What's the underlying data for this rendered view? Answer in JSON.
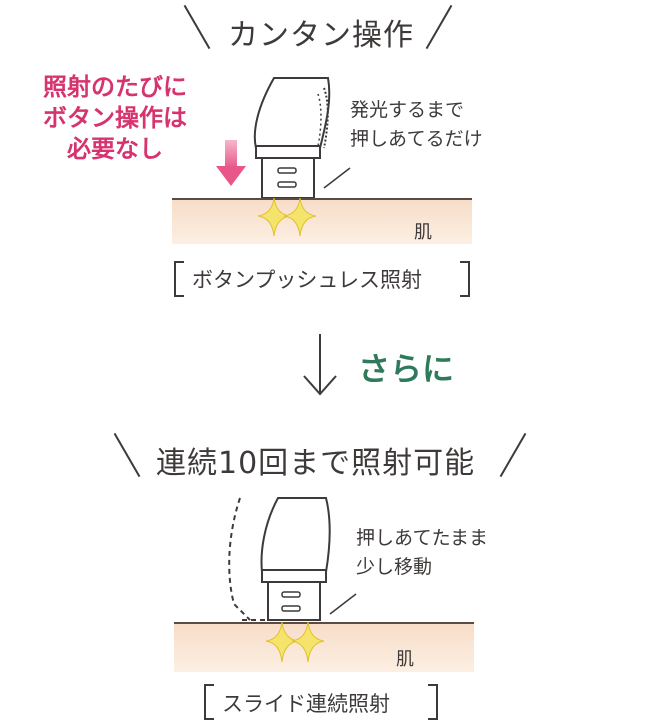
{
  "section1": {
    "heading": "カンタン操作",
    "side_note_lines": [
      "照射のたびに",
      "ボタン操作は",
      "必要なし"
    ],
    "callout_lines": [
      "発光するまで",
      "押しあてるだけ"
    ],
    "skin_label": "肌",
    "caption": "ボタンプッシュレス照射"
  },
  "transition": {
    "label": "さらに"
  },
  "section2": {
    "heading": "連続10回まで照射可能",
    "callout_lines": [
      "押しあてたまま",
      "少し移動"
    ],
    "skin_label": "肌",
    "caption": "スライド連続照射"
  },
  "colors": {
    "pink": "#d6336f",
    "green": "#2e7a5a",
    "skin": "#f7ddc8",
    "sparkle": "#f2e063"
  },
  "icons": [
    "arrow-down-icon",
    "sparkle-icon",
    "device-head-icon"
  ]
}
